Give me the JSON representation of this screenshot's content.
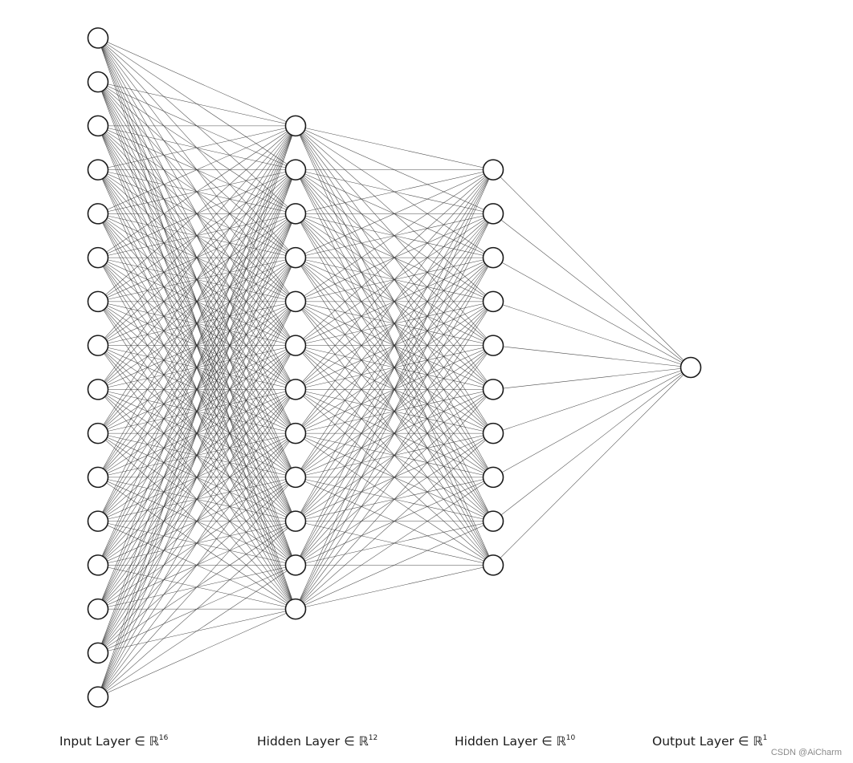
{
  "layers": [
    {
      "label": "Input Layer ∈ ℝ",
      "dim": "16",
      "neurons": 16
    },
    {
      "label": "Hidden Layer ∈ ℝ",
      "dim": "12",
      "neurons": 12
    },
    {
      "label": "Hidden Layer ∈ ℝ",
      "dim": "10",
      "neurons": 10
    },
    {
      "label": "Output Layer ∈ ℝ",
      "dim": "1",
      "neurons": 1
    }
  ],
  "connectivity": "fully-connected",
  "watermark": "CSDN @AiCharm",
  "colors": {
    "background": "#ffffff",
    "line": "#2a2a2a",
    "node_fill": "#ffffff",
    "node_stroke": "#1a1a1a"
  }
}
